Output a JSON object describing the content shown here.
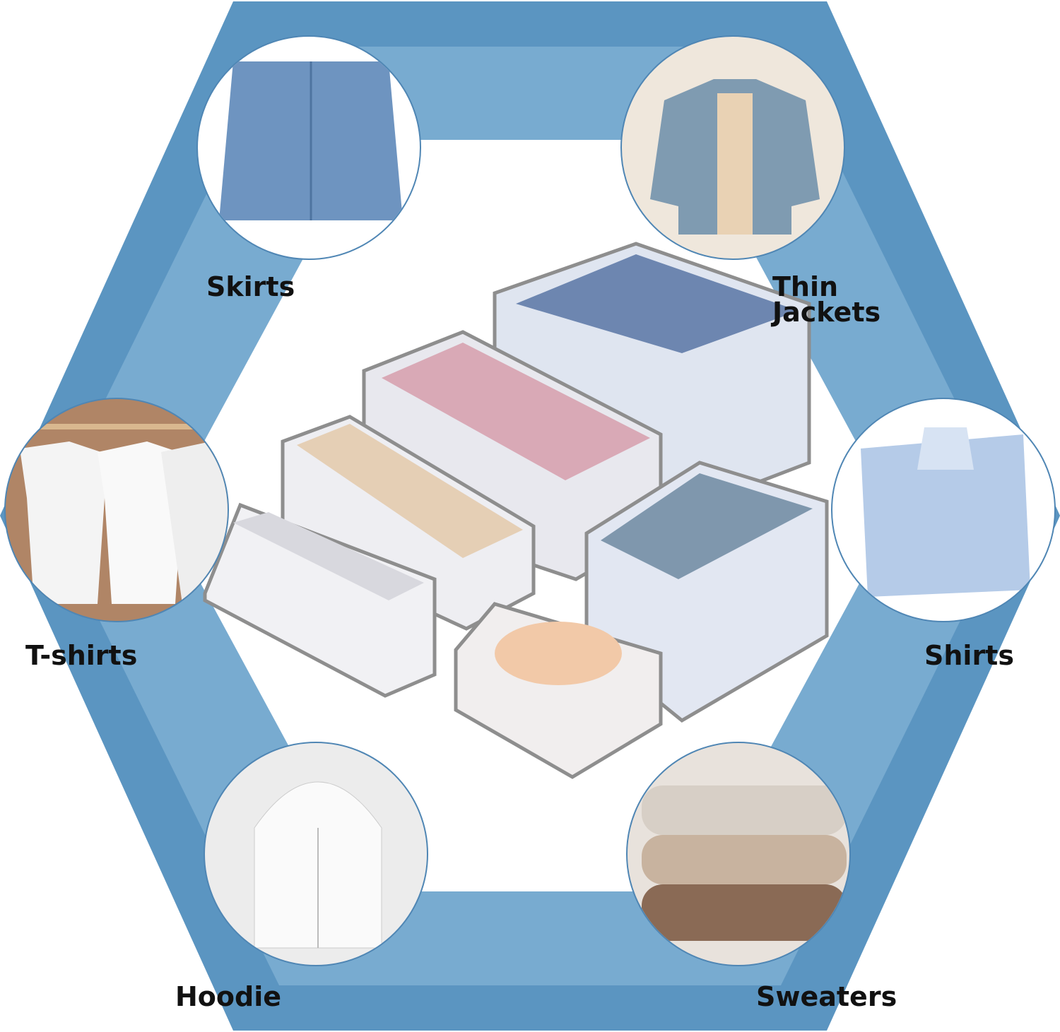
{
  "colors": {
    "outer_band": "#5b95c1",
    "inner_band": "#78abd0",
    "box_trim": "#8e8e8e"
  },
  "categories": [
    {
      "label": "Skirts",
      "icon": "denim-skirt-photo"
    },
    {
      "label": "Thin Jackets",
      "icon": "denim-jacket-photo"
    },
    {
      "label": "T-shirts",
      "icon": "white-tshirts-photo"
    },
    {
      "label": "Shirts",
      "icon": "folded-shirt-photo"
    },
    {
      "label": "Hoodie",
      "icon": "white-hoodie-photo"
    },
    {
      "label": "Sweaters",
      "icon": "folded-sweaters-photo"
    }
  ]
}
